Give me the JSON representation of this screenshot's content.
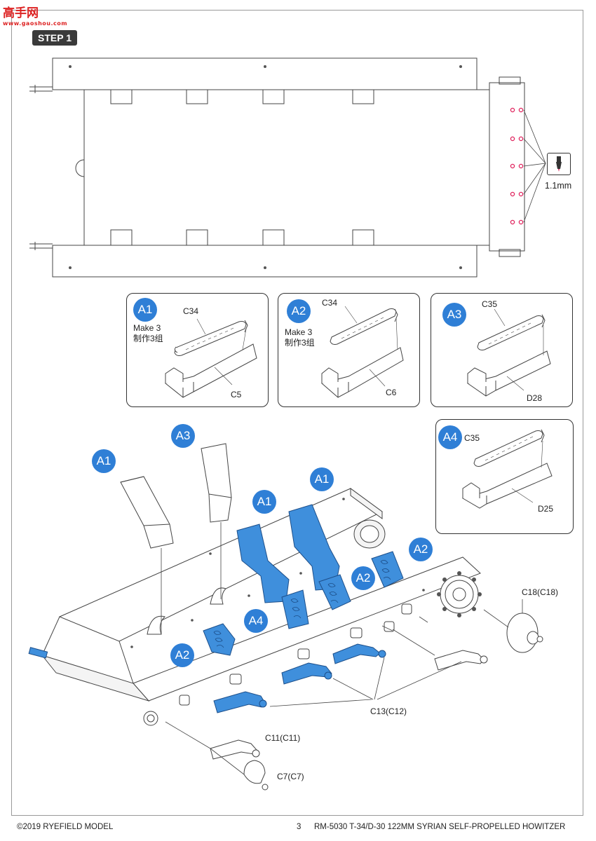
{
  "header": {
    "watermark_cn": "高手网",
    "watermark_url": "www.gaoshou.com",
    "step_label": "STEP 1"
  },
  "drill": {
    "size_label": "1.1mm",
    "icon": "drill-icon"
  },
  "callouts": [
    {
      "badge": "A1",
      "note_en": "Make 3",
      "note_cn": "制作3组",
      "part_top": "C34",
      "part_bottom": "C5"
    },
    {
      "badge": "A2",
      "note_en": "Make 3",
      "note_cn": "制作3组",
      "part_top": "C34",
      "part_bottom": "C6"
    },
    {
      "badge": "A3",
      "part_top": "C35",
      "part_bottom": "D28"
    },
    {
      "badge": "A4",
      "part_top": "C35",
      "part_bottom": "D25"
    }
  ],
  "assembly": {
    "badges": [
      "A1",
      "A3",
      "A1",
      "A1",
      "A2",
      "A2",
      "A4",
      "A2"
    ],
    "part_labels": {
      "c18": "C18(C18)",
      "c13": "C13(C12)",
      "c11": "C11(C11)",
      "c7": "C7(C7)"
    }
  },
  "footer": {
    "copyright": "©2019 RYEFIELD MODEL",
    "page": "3",
    "kit": "RM-5030 T-34/D-30 122MM SYRIAN SELF-PROPELLED HOWITZER"
  },
  "colors": {
    "accent_blue": "#2f7fd6",
    "part_blue": "#3f8fdc",
    "drill_red": "#e0245e"
  }
}
